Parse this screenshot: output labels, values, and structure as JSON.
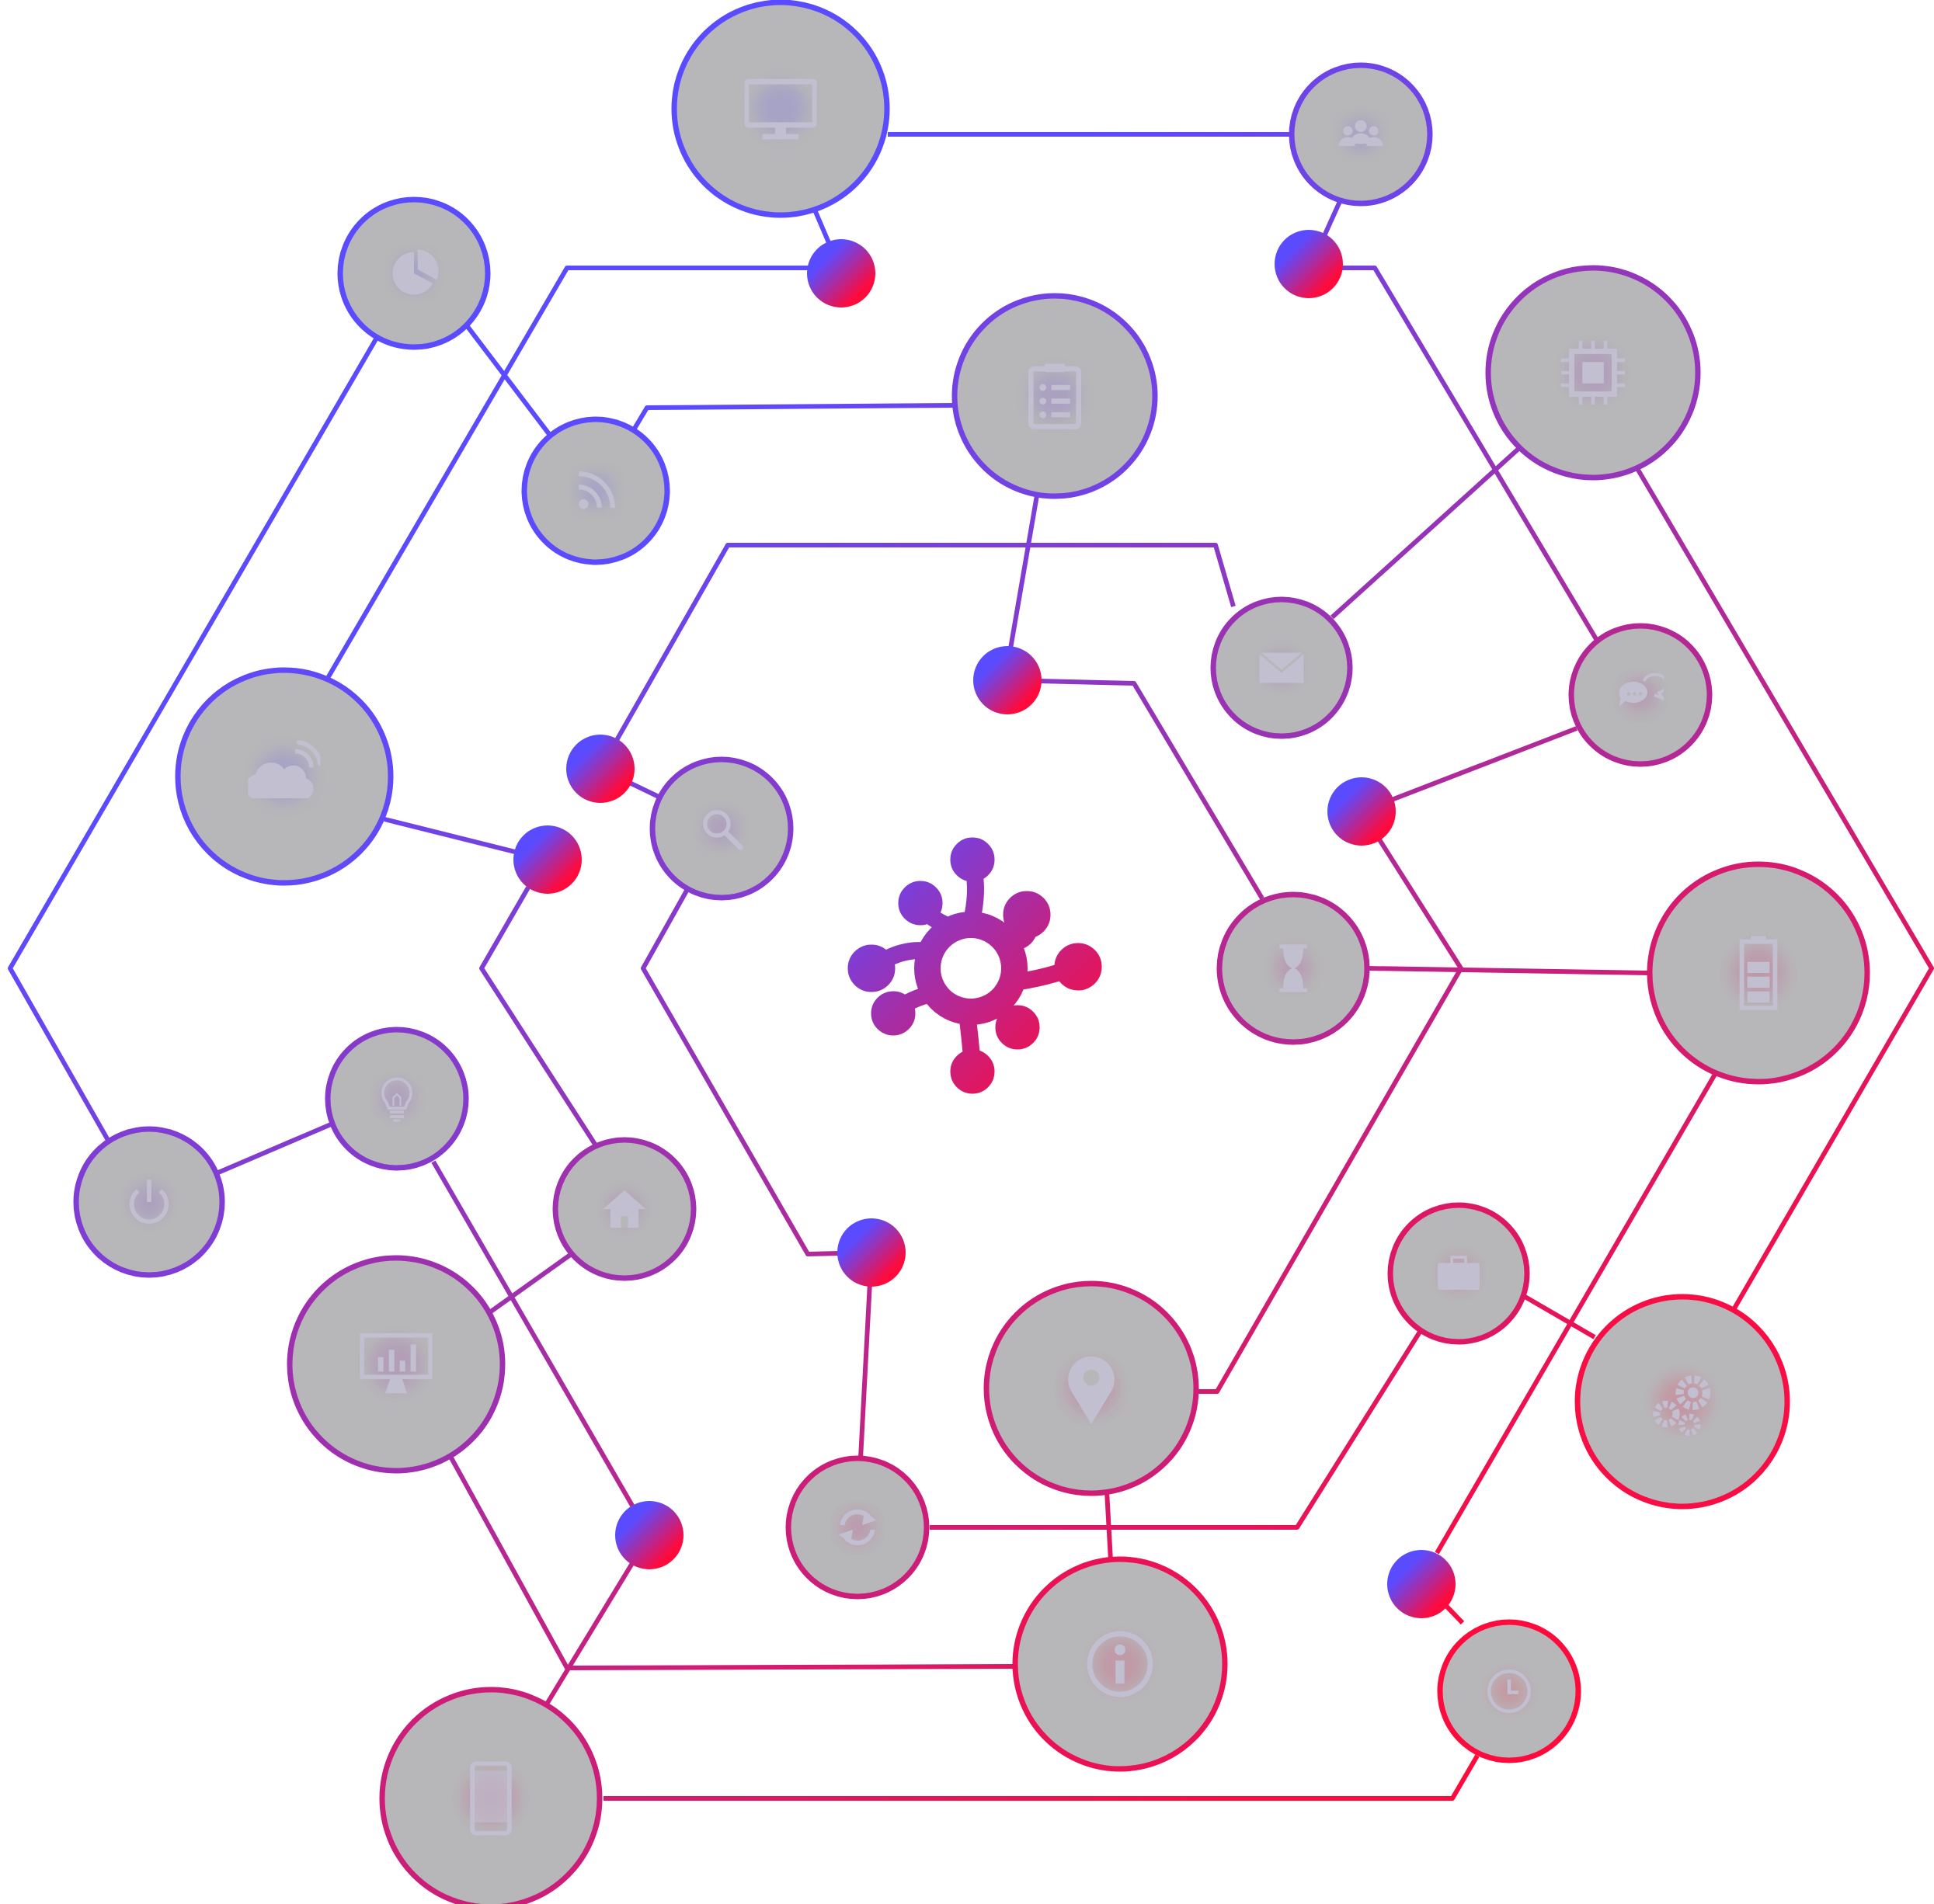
{
  "title": "",
  "colors": {
    "start": "#5b4bff",
    "end": "#ff0a3c",
    "node_fill": "#b7b7b9",
    "icon": "#c2bfd0"
  },
  "center_logo": {
    "icon": "network-hub-icon"
  },
  "nodes": [
    {
      "id": "monitor",
      "icon": "monitor-icon"
    },
    {
      "id": "users",
      "icon": "users-icon"
    },
    {
      "id": "pie",
      "icon": "pie-chart-icon"
    },
    {
      "id": "clipboard",
      "icon": "clipboard-list-icon"
    },
    {
      "id": "chip",
      "icon": "chip-icon"
    },
    {
      "id": "rss",
      "icon": "rss-icon"
    },
    {
      "id": "mail",
      "icon": "envelope-icon"
    },
    {
      "id": "chat",
      "icon": "chat-bubbles-icon"
    },
    {
      "id": "cloud",
      "icon": "cloud-signal-icon"
    },
    {
      "id": "search",
      "icon": "search-icon"
    },
    {
      "id": "hourglass",
      "icon": "hourglass-icon"
    },
    {
      "id": "battery",
      "icon": "battery-icon"
    },
    {
      "id": "bulb",
      "icon": "lightbulb-icon"
    },
    {
      "id": "power",
      "icon": "power-icon"
    },
    {
      "id": "home",
      "icon": "home-icon"
    },
    {
      "id": "briefcase",
      "icon": "briefcase-icon"
    },
    {
      "id": "presentation",
      "icon": "presentation-chart-icon"
    },
    {
      "id": "pin",
      "icon": "map-pin-icon"
    },
    {
      "id": "gears",
      "icon": "gears-icon"
    },
    {
      "id": "refresh",
      "icon": "refresh-icon"
    },
    {
      "id": "info",
      "icon": "info-icon"
    },
    {
      "id": "clock",
      "icon": "clock-icon"
    },
    {
      "id": "phone",
      "icon": "smartphone-icon"
    }
  ]
}
